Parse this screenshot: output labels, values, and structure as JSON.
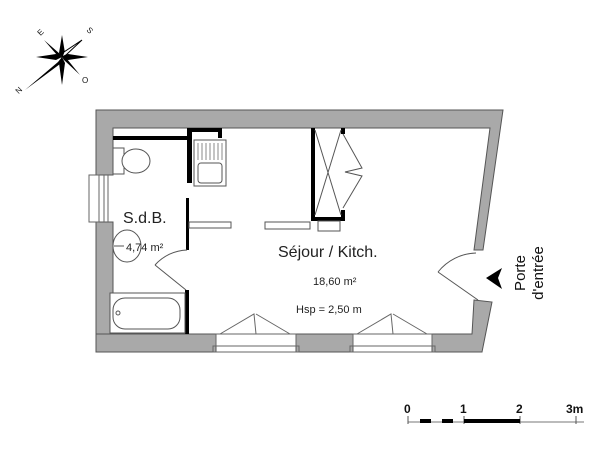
{
  "colors": {
    "wall_fill": "#a9a9a9",
    "wall_stroke": "#555555",
    "partition": "#000000",
    "fixture_stroke": "#555555"
  },
  "compass": {
    "icon": "compass-rose-icon",
    "labels": {
      "north": "N",
      "east": "E",
      "south": "S",
      "west": "O"
    }
  },
  "rooms": [
    {
      "name": "S.d.B.",
      "area": "4,74 m²"
    },
    {
      "name": "Séjour / Kitch.",
      "area": "18,60 m²",
      "ceiling_height": "Hsp = 2,50 m"
    }
  ],
  "entrance": {
    "line1": "Porte",
    "line2": "d'entrée",
    "icon": "entrance-arrow-icon"
  },
  "scale_bar": {
    "ticks": [
      "0",
      "1",
      "2",
      "3m"
    ]
  }
}
